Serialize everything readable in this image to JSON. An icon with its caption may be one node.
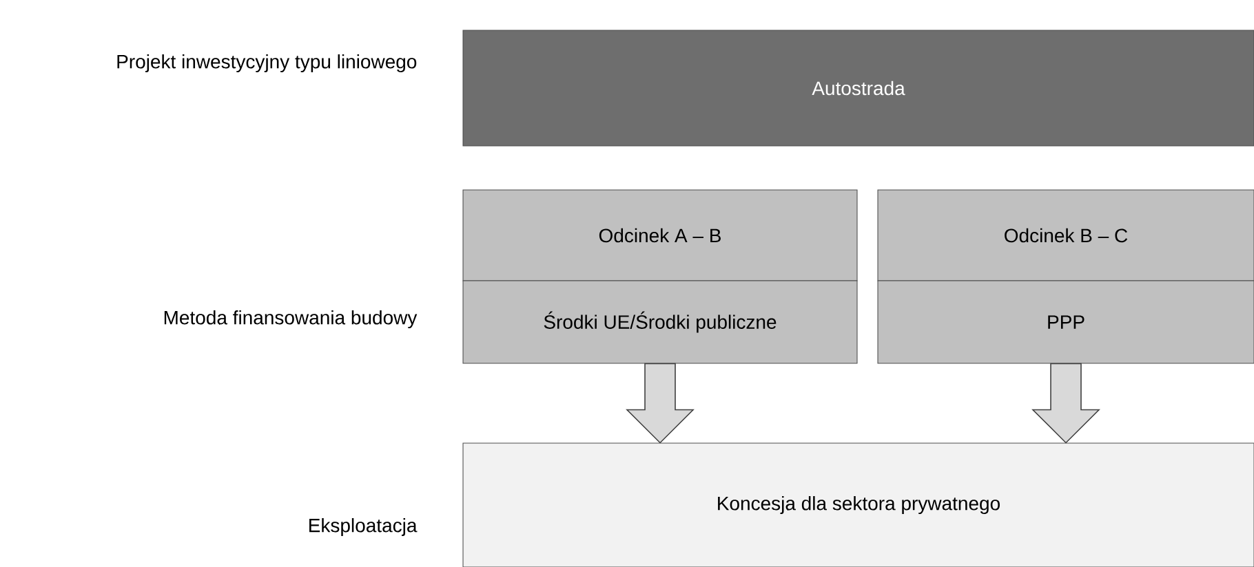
{
  "diagram": {
    "nodes": [
      {
        "text": [
          "Autostrada"
        ]
      },
      {
        "text": [
          "Odcinek A – B"
        ]
      },
      {
        "text": [
          "Odcinek B – C"
        ]
      },
      {
        "text": [
          "Środki UE/Środki publiczne"
        ]
      },
      {
        "text": [
          "PPP"
        ]
      },
      {
        "text": [
          "Koncesja dla sektora prywatnego"
        ]
      }
    ],
    "edges": [
      {
        "from": 3,
        "to": 5,
        "arrow": "to"
      },
      {
        "from": 4,
        "to": 5,
        "arrow": "to"
      }
    ],
    "labels": [
      "Projekt inwestycyjny typu liniowego",
      "Metoda finansowania budowy",
      "Eksploatacja"
    ]
  }
}
